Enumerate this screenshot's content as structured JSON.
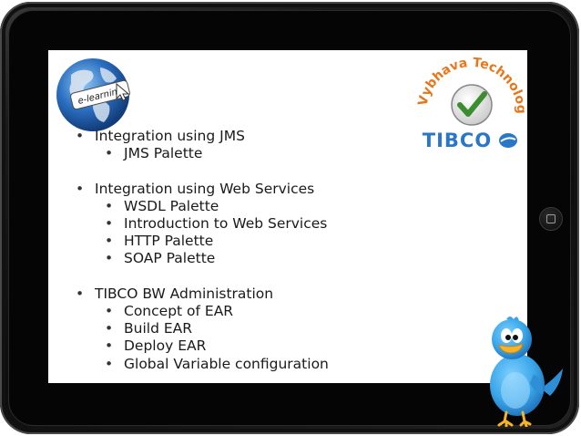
{
  "logos": {
    "left_badge_text": "e-learning",
    "company_name": "Vybhava Technologies",
    "partner": "TIBCO"
  },
  "topics": [
    {
      "label": "Integration using JMS",
      "subitems": [
        "JMS Palette"
      ]
    },
    {
      "label": "Integration using Web Services",
      "subitems": [
        "WSDL Palette",
        "Introduction to Web Services",
        "HTTP Palette",
        "SOAP Palette"
      ]
    },
    {
      "label": "TIBCO BW Administration",
      "subitems": [
        "Concept of EAR",
        "Build EAR",
        "Deploy EAR",
        "Global Variable configuration"
      ]
    }
  ],
  "colors": {
    "bezel": "#111111",
    "screen": "#ffffff",
    "text": "#1a1a1a",
    "vybhava_orange": "#e8761a",
    "vybhava_green": "#3c8d2f",
    "tibco_blue": "#2a77c9",
    "bird_blue": "#3aa6e8"
  }
}
